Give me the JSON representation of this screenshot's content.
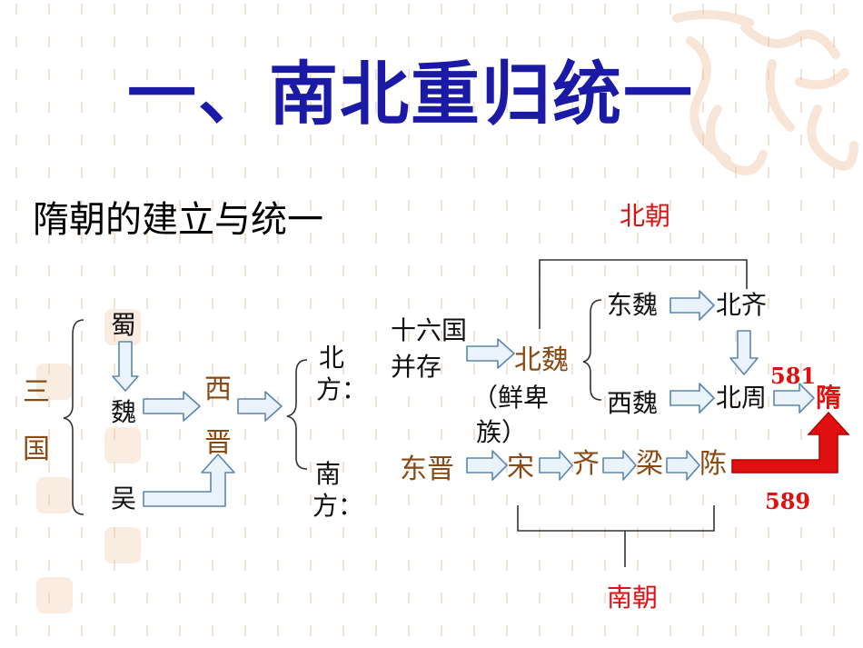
{
  "title": "一、南北重归统一",
  "subtitle": "隋朝的建立与统一",
  "nodes": {
    "three_kingdoms": "三国",
    "shu": "蜀",
    "wei": "魏",
    "wu": "吴",
    "western_jin": "西晋",
    "north": "北方：",
    "south": "南方：",
    "sixteen_kingdoms_line1": "十六国",
    "sixteen_kingdoms_line2": "并存",
    "northern_wei": "北魏",
    "xianbei_line1": "（鲜卑",
    "xianbei_line2": "族）",
    "eastern_wei": "东魏",
    "northern_qi": "北齐",
    "western_wei": "西魏",
    "northern_zhou": "北周",
    "sui": "隋",
    "eastern_jin": "东晋",
    "song": "宋",
    "qi": "齐",
    "liang": "梁",
    "chen": "陈"
  },
  "groups": {
    "northern_dynasties": "北朝",
    "southern_dynasties": "南朝"
  },
  "years": {
    "founding": "581",
    "unification": "589"
  },
  "colors": {
    "title": "#1a1aa6",
    "accent_red": "#e01010",
    "brown": "#8a4a14",
    "arrow_fill": "#eaf3fb",
    "arrow_stroke": "#5b86b0"
  }
}
